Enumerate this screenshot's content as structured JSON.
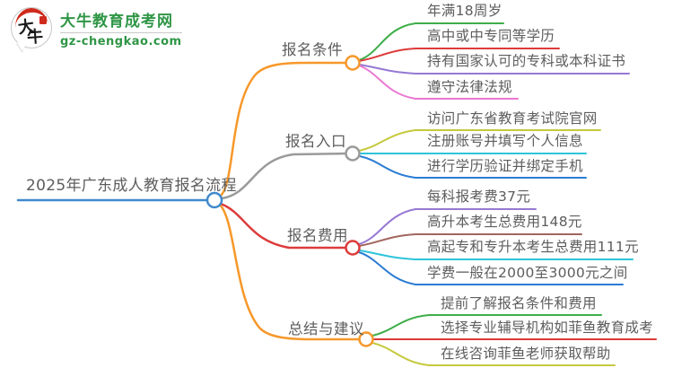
{
  "logo": {
    "badge_char1": "大",
    "badge_char2": "牛",
    "site_name": "大牛教育成考网",
    "site_domain": "gz-chengkao.com",
    "brand_green": "#2f9646",
    "seal_red": "#cf2a1d"
  },
  "root": {
    "label": "2025年广东成人教育报名流程",
    "color": "#4089cb"
  },
  "branches": [
    {
      "label": "报名条件",
      "color": "#f7982a",
      "children": [
        {
          "label": "年满18周岁",
          "color": "#3eae49"
        },
        {
          "label": "高中或中专同等学历",
          "color": "#dd3b3b"
        },
        {
          "label": "持有国家认可的专科或本科证书",
          "color": "#9678d3"
        },
        {
          "label": "遵守法律法规",
          "color": "#ea78d2"
        }
      ]
    },
    {
      "label": "报名入口",
      "color": "#9a9a9a",
      "children": [
        {
          "label": "访问广东省教育考试院官网",
          "color": "#c6c93c"
        },
        {
          "label": "注册账号并填写个人信息",
          "color": "#2fc4d9"
        },
        {
          "label": "进行学历验证并绑定手机",
          "color": "#2b7cd3"
        }
      ]
    },
    {
      "label": "报名费用",
      "color": "#dd3b3b",
      "children": [
        {
          "label": "每科报考费37元",
          "color": "#9678d3"
        },
        {
          "label": "高升本考生总费用148元",
          "color": "#a1665e"
        },
        {
          "label": "高起专和专升本考生总费用111元",
          "color": "#2fc4d9"
        },
        {
          "label": "学费一般在2000至3000元之间",
          "color": "#2b7cd3"
        }
      ]
    },
    {
      "label": "总结与建议",
      "color": "#f7982a",
      "children": [
        {
          "label": "提前了解报名条件和费用",
          "color": "#3eae49"
        },
        {
          "label": "选择专业辅导机构如菲鱼教育成考",
          "color": "#dd3b3b"
        },
        {
          "label": "在线咨询菲鱼老师获取帮助",
          "color": "#c6c93c"
        }
      ]
    }
  ]
}
